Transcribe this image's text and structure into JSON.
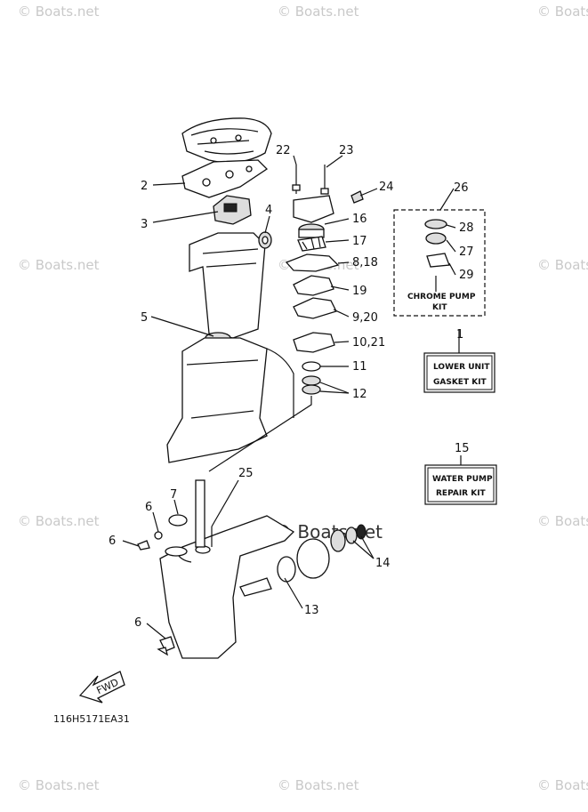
{
  "watermark": {
    "text": "© Boats.net",
    "center_text": "© Boats.net"
  },
  "diagram_code": "116H5171EA31",
  "fwd_label": "FWD",
  "callouts": {
    "c1": "1",
    "c2": "2",
    "c3": "3",
    "c4": "4",
    "c5": "5",
    "c6a": "6",
    "c6b": "6",
    "c6c": "6",
    "c7": "7",
    "c8_18": "8,18",
    "c9_20": "9,20",
    "c10_21": "10,21",
    "c11": "11",
    "c12": "12",
    "c13": "13",
    "c14": "14",
    "c15": "15",
    "c16": "16",
    "c17": "17",
    "c19": "19",
    "c22": "22",
    "c23": "23",
    "c24": "24",
    "c25": "25",
    "c26": "26",
    "c27": "27",
    "c28": "28",
    "c29": "29"
  },
  "kits": {
    "chrome_pump_line1": "CHROME PUMP",
    "chrome_pump_line2": "KIT",
    "lower_unit_line1": "LOWER UNIT",
    "lower_unit_line2": "GASKET KIT",
    "water_pump_line1": "WATER PUMP",
    "water_pump_line2": "REPAIR KIT"
  }
}
